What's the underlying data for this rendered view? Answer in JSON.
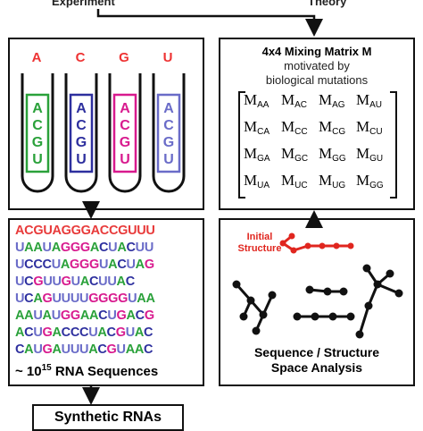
{
  "top": {
    "left_partial": "Experiment",
    "right_partial": "Theory"
  },
  "tubes": {
    "letters": [
      "A",
      "C",
      "G",
      "U"
    ],
    "label_color": "#e83a3a",
    "contents": [
      {
        "letters": [
          "A",
          "C",
          "G",
          "U"
        ],
        "color": "#2aa13a"
      },
      {
        "letters": [
          "A",
          "C",
          "G",
          "U"
        ],
        "color": "#2d2f9e"
      },
      {
        "letters": [
          "A",
          "C",
          "G",
          "U"
        ],
        "color": "#d81a8e"
      },
      {
        "letters": [
          "A",
          "C",
          "G",
          "U"
        ],
        "color": "#6a6cc8"
      }
    ]
  },
  "matrix": {
    "title": "4x4 Mixing Matrix M",
    "subtitle_1": "motivated by",
    "subtitle_2": "biological mutations",
    "symbol": "M",
    "rows": [
      [
        "AA",
        "AC",
        "AG",
        "AU"
      ],
      [
        "CA",
        "CC",
        "CG",
        "CU"
      ],
      [
        "GA",
        "GC",
        "GG",
        "GU"
      ],
      [
        "UA",
        "UC",
        "UG",
        "GG"
      ]
    ]
  },
  "sequences": {
    "lines": [
      "ACGUAGGGACCGUUU",
      "UAAUAGGGACUACUU",
      "UCCCUAGGGUACUAG",
      "UCGUUGUACUUAC",
      "UCAGUUUUGGGGUAA",
      "AAUAUGGAACUGACG",
      "ACUGACCCUACGUAC",
      "CAUGAUUUACGUAAC"
    ],
    "first_line_color": "#e83a3a",
    "footer_prefix": "~ 10",
    "footer_exp": "15",
    "footer_suffix": " RNA Sequences"
  },
  "space": {
    "initial_label_1": "Initial",
    "initial_label_2": "Structure",
    "initial_color": "#e0261f",
    "caption_1": "Sequence / Structure",
    "caption_2": "Space Analysis"
  },
  "bottom": {
    "label": "Synthetic RNAs"
  }
}
